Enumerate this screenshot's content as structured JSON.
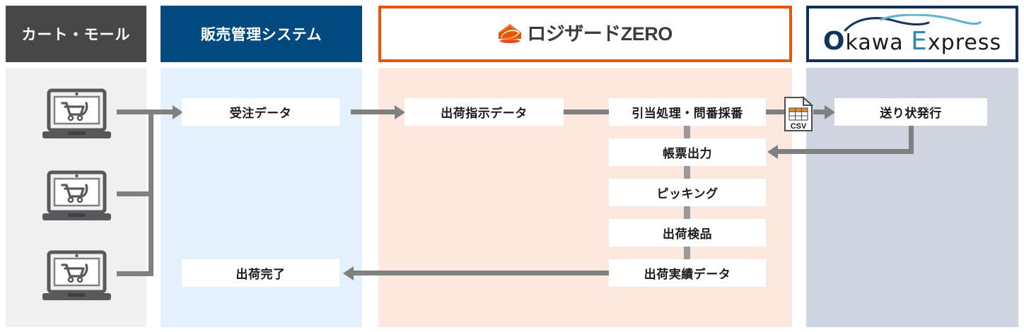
{
  "columns": [
    {
      "key": "cart",
      "title": "カート・モール",
      "band_color": "#f0f0f0",
      "header_color": "#474747"
    },
    {
      "key": "sales",
      "title": "販売管理システム",
      "band_color": "#e4f1fc",
      "header_color": "#004a80"
    },
    {
      "key": "zero",
      "title": "ロジザードZERO",
      "band_color": "#fce8de",
      "header_color": "#ffffff",
      "border_color": "#ea5504"
    },
    {
      "key": "okawa",
      "title": "Okawa Express",
      "band_color": "#ced5e0",
      "header_color": "#ffffff",
      "border_color": "#122f5c"
    }
  ],
  "logos": {
    "zero": {
      "name": "logizard-zero-logo",
      "word": "ロジザードZERO",
      "mark_color": "#ea5504",
      "text_color": "#3c3c3c"
    },
    "okawa": {
      "name": "okawa-express-logo",
      "o": "O",
      "rest1": "kawa ",
      "e": "E",
      "rest2": "xpress",
      "full": "Okawa Express",
      "dark": "#12355b",
      "accent": "#2e87b5"
    }
  },
  "icons": {
    "laptop": "laptop-cart-icon",
    "csv": "csv-file-icon",
    "csv_label": "CSV"
  },
  "nodes": {
    "order_data": "受注データ",
    "ship_instruction": "出荷指示データ",
    "allocation": "引当処理・問番採番",
    "form_output": "帳票出力",
    "picking": "ピッキング",
    "ship_inspection": "出荷検品",
    "ship_result": "出荷実績データ",
    "ship_complete": "出荷完了",
    "waybill_issue": "送り状発行"
  },
  "colors": {
    "arrow": "#808080",
    "connector": "#9a9a9a",
    "orange": "#ea5504",
    "navy": "#122f5c",
    "blue": "#004a80",
    "gray": "#474747"
  }
}
